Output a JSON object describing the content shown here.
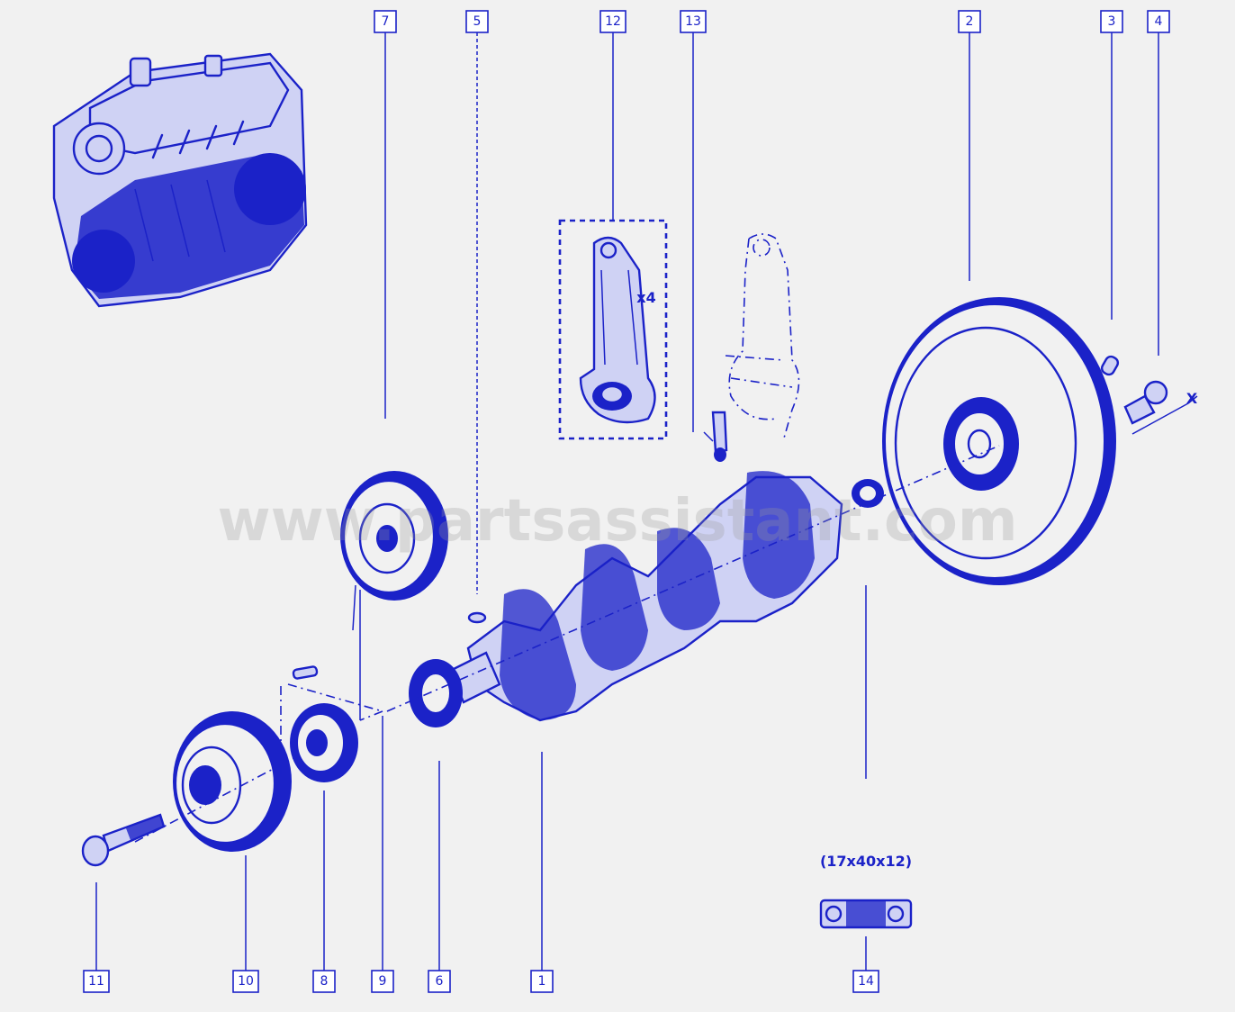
{
  "watermark": "www.partsassistant.com",
  "callouts": [
    {
      "id": "7",
      "label": "7"
    },
    {
      "id": "5",
      "label": "5"
    },
    {
      "id": "12",
      "label": "12"
    },
    {
      "id": "13",
      "label": "13"
    },
    {
      "id": "2",
      "label": "2"
    },
    {
      "id": "3",
      "label": "3"
    },
    {
      "id": "4",
      "label": "4"
    },
    {
      "id": "11",
      "label": "11"
    },
    {
      "id": "10",
      "label": "10"
    },
    {
      "id": "8",
      "label": "8"
    },
    {
      "id": "9",
      "label": "9"
    },
    {
      "id": "6",
      "label": "6"
    },
    {
      "id": "1",
      "label": "1"
    },
    {
      "id": "14",
      "label": "14"
    }
  ],
  "annotations": {
    "quantity_rod": "x4",
    "bolt_mark": "X",
    "bearing_size": "(17x40x12)"
  },
  "colors": {
    "ink": "#1b22c8",
    "background": "#f1f1f1"
  }
}
